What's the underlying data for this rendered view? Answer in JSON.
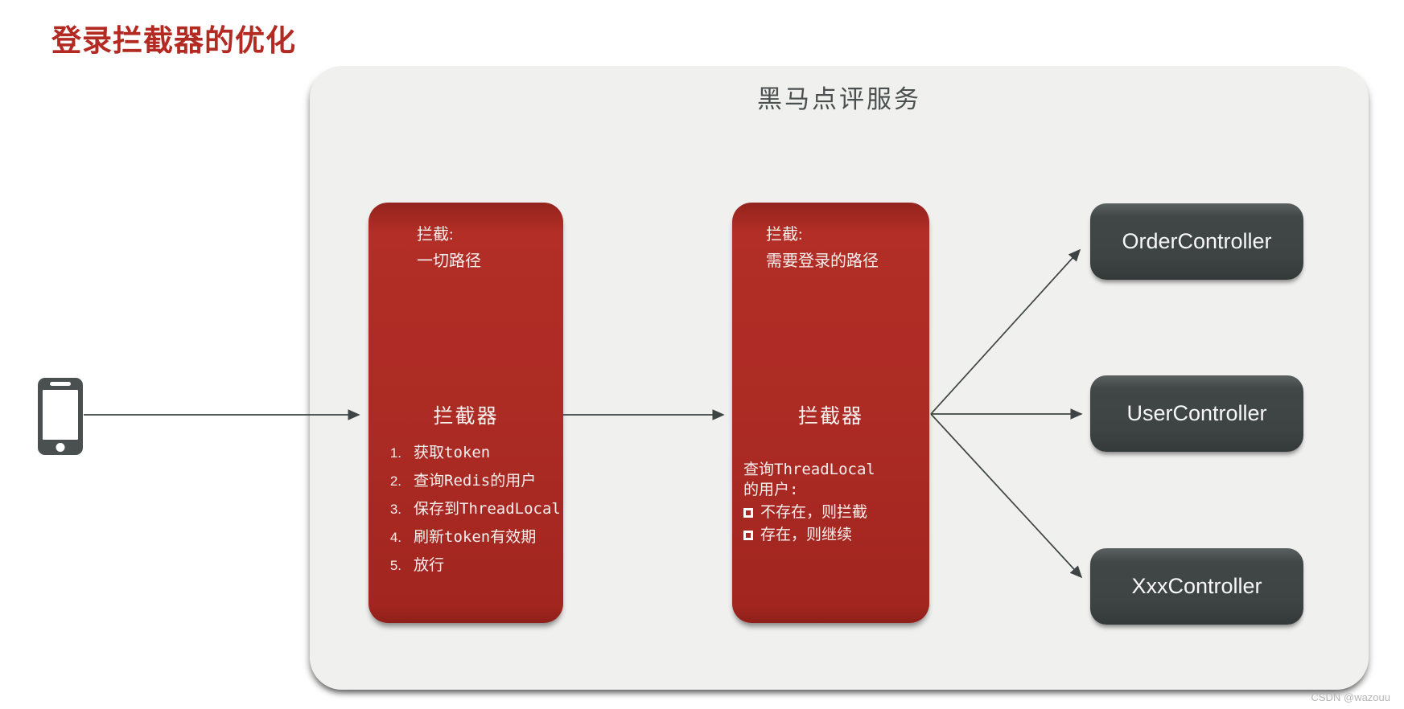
{
  "page_title": "登录拦截器的优化",
  "service": {
    "title": "黑马点评服务"
  },
  "interceptor_all": {
    "scope_label": "拦截:",
    "scope_value": "一切路径",
    "name": "拦截器",
    "steps": [
      {
        "num": "1.",
        "text": "获取token"
      },
      {
        "num": "2.",
        "text": "查询Redis的用户"
      },
      {
        "num": "3.",
        "text": "保存到ThreadLocal"
      },
      {
        "num": "4.",
        "text": "刷新token有效期"
      },
      {
        "num": "5.",
        "text": "放行"
      }
    ]
  },
  "interceptor_login": {
    "scope_label": "拦截:",
    "scope_value": "需要登录的路径",
    "name": "拦截器",
    "query_line1": "查询ThreadLocal",
    "query_line2": "的用户:",
    "checks": [
      "不存在，则拦截",
      "存在，则继续"
    ]
  },
  "controllers": [
    "OrderController",
    "UserController",
    "XxxController"
  ],
  "watermark": "CSDN @wazouu",
  "colors": {
    "title_red": "#b32a22",
    "interceptor_red": "#ab2b24",
    "controller_gray": "#3e4444",
    "container_gray": "#f0f0ef",
    "arrow_gray": "#3e4444"
  }
}
